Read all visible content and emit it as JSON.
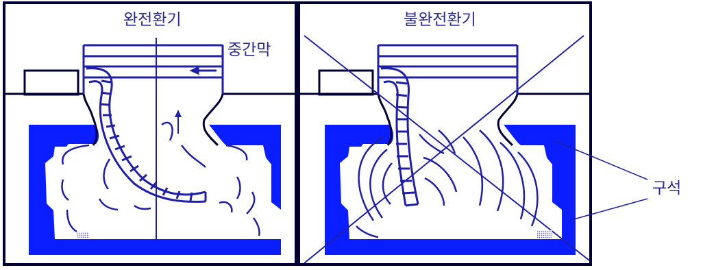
{
  "panels": [
    {
      "title": "완전환기",
      "membrane_label": "중간막"
    },
    {
      "title": "불완전환기"
    }
  ],
  "corner_label": "구석",
  "colors": {
    "wall": "#0a1eff",
    "line": "#1f1fa6",
    "frame": "#000033",
    "residue": "#8a8ae0"
  }
}
